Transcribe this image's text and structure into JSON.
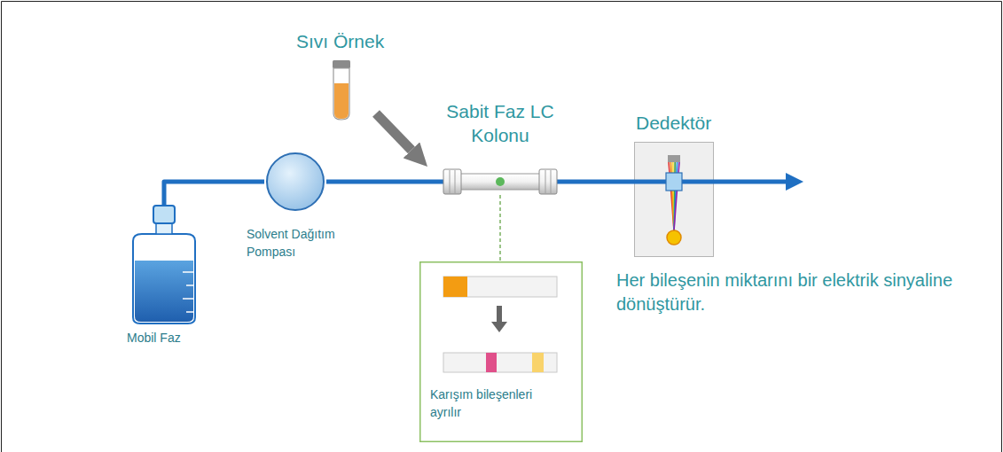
{
  "diagram": {
    "nodes": [
      {
        "text": [
          "Sıvı Örnek"
        ]
      },
      {
        "text": [
          "Sabit Faz LC Kolonu"
        ]
      },
      {
        "text": [
          "Dedektör"
        ]
      },
      {
        "text": [
          "Solvent Dağıtım Pompası"
        ]
      },
      {
        "text": [
          "Karışım bileşenleri ayrılır"
        ]
      },
      {
        "text": [
          "Mobil Faz"
        ]
      }
    ],
    "edges": [
      {
        "from": 5,
        "to": 3,
        "arrow": "none"
      },
      {
        "from": 3,
        "to": 1,
        "arrow": "none"
      },
      {
        "from": 0,
        "to": 1,
        "arrow": "to"
      },
      {
        "from": 1,
        "to": 2,
        "arrow": "none"
      },
      {
        "from": 1,
        "to": 4,
        "arrow": "none"
      }
    ],
    "labels": [
      "Her bileşenin miktarını bir elektrik sinyaline dönüştürür."
    ]
  }
}
